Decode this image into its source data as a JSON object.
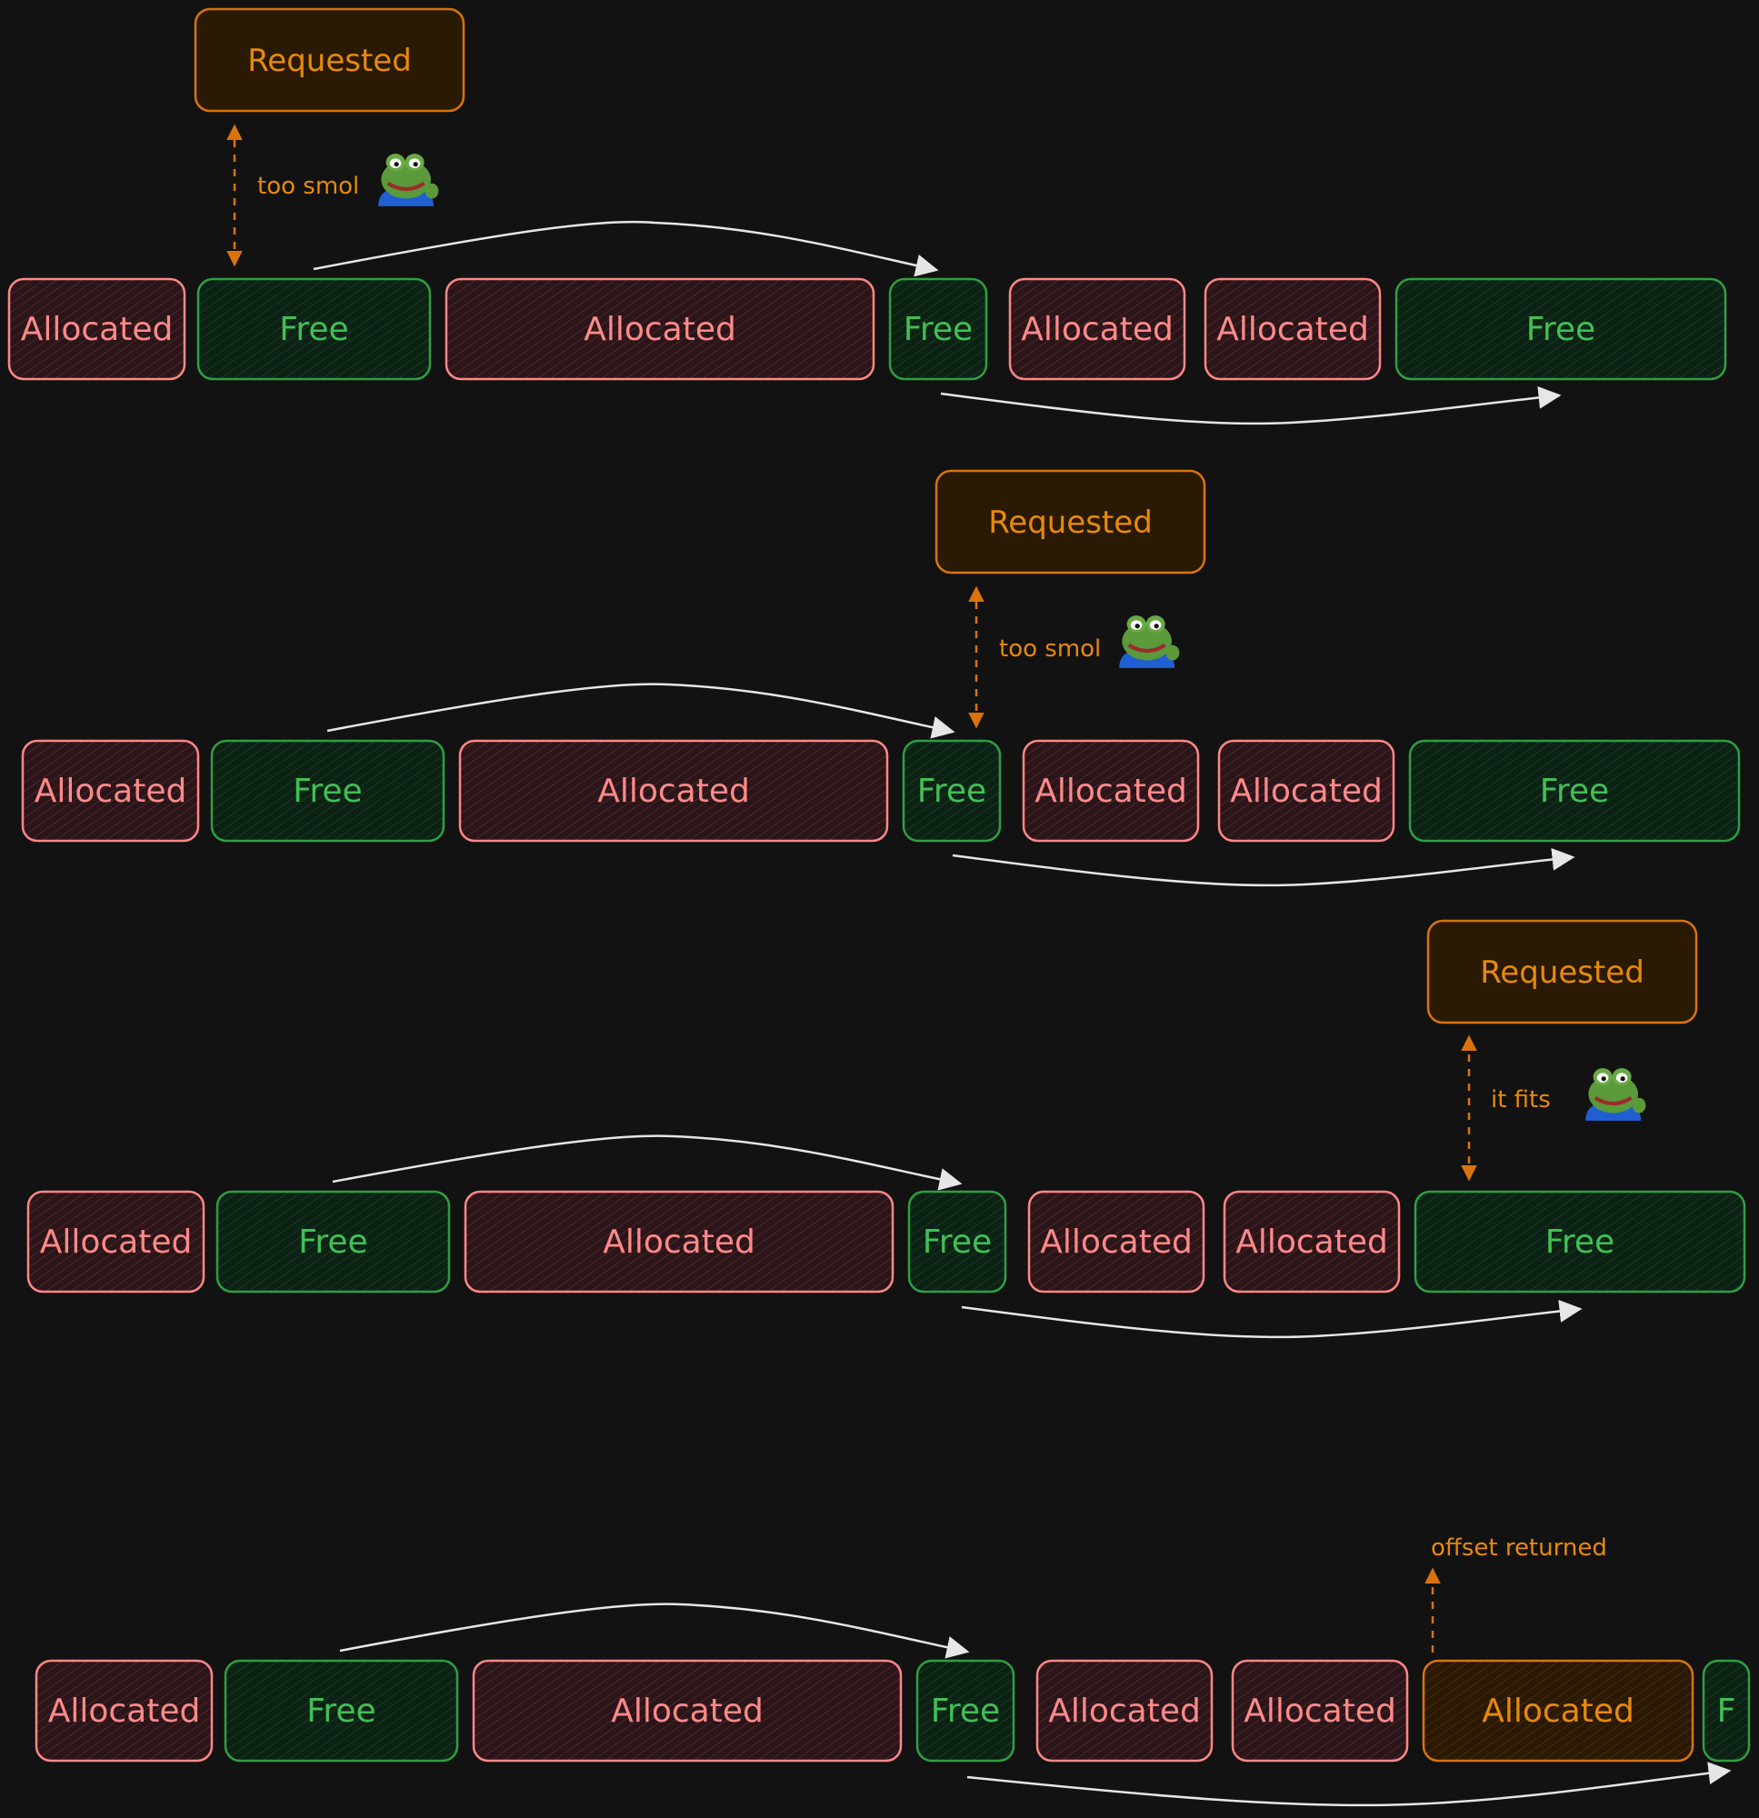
{
  "colors": {
    "background": "#121212",
    "allocated_stroke": "#ff8787",
    "allocated_text": "#ff8a8a",
    "allocated_fill": "#3a1c20",
    "free_stroke": "#2f9e44",
    "free_text": "#40c057",
    "free_fill": "#0d2a16",
    "requested_stroke": "#d9730d",
    "requested_text": "#e8890c",
    "requested_fill": "#2a1a04",
    "arrow_white": "#e6e6e6",
    "frog_green": "#5a9a3a",
    "frog_shirt": "#1f5fd1"
  },
  "labels": {
    "allocated": "Allocated",
    "free": "Free",
    "requested": "Requested",
    "truncated_free": "F"
  },
  "annotations": {
    "step1": "too smol",
    "step2": "too smol",
    "step3": "it fits",
    "step4": "offset returned"
  },
  "icons": [
    "pepe-frog-icon"
  ]
}
